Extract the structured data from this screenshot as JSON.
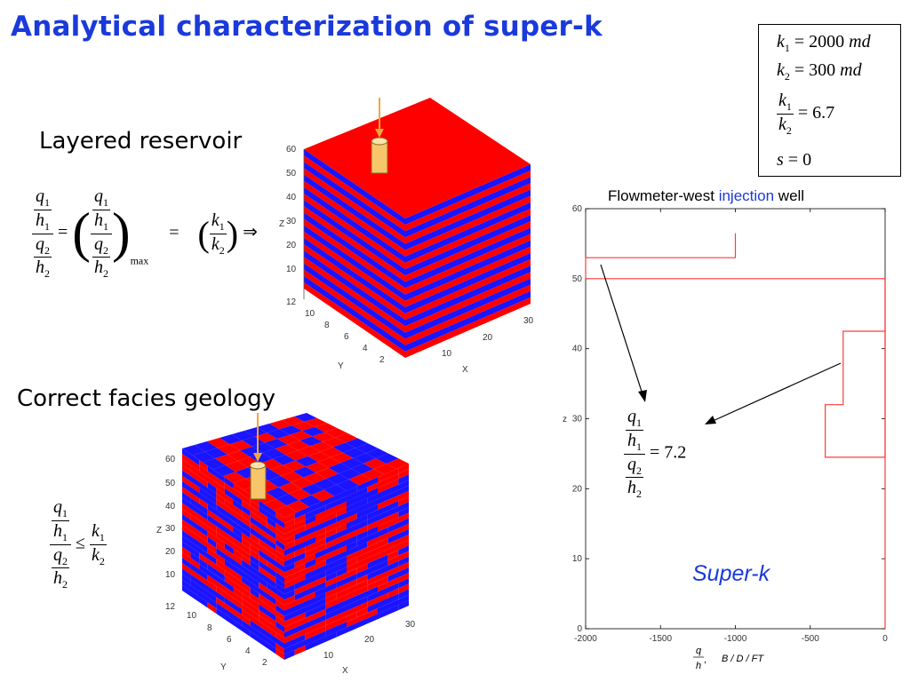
{
  "title": "Analytical characterization of super-k",
  "section_layered": "Layered reservoir",
  "section_facies": "Correct facies geology",
  "param_box": {
    "k1": "2000",
    "k1_unit": "md",
    "k2": "300",
    "k2_unit": "md",
    "ratio": "6.7",
    "s": "0"
  },
  "equations": {
    "eq_sign": "=",
    "implies": "⇒",
    "max_sub": "max",
    "leq": "≤",
    "result_value": "7.2"
  },
  "cube_axes": {
    "z_label": "Z",
    "y_label": "Y",
    "x_label": "X",
    "z_ticks": [
      "60",
      "50",
      "40",
      "30",
      "20",
      "10",
      "12"
    ],
    "y_ticks": [
      "10",
      "8",
      "6",
      "4",
      "2"
    ],
    "x_ticks": [
      "30",
      "20",
      "10"
    ]
  },
  "plot": {
    "title_prefix": "Flowmeter-west ",
    "title_highlight": "injection",
    "title_suffix": " well",
    "annotation": "Super-k",
    "x_label_suffix": "B / D / FT",
    "y_label": "z",
    "x_ticks": [
      "-2000",
      "-1500",
      "-1000",
      "-500",
      "0"
    ],
    "y_ticks": [
      "0",
      "10",
      "20",
      "30",
      "40",
      "50",
      "60"
    ]
  },
  "chart_data": {
    "type": "line",
    "title": "Flowmeter-west injection well",
    "xlabel": "q/h, B / D / FT",
    "ylabel": "z",
    "xlim": [
      -2000,
      0
    ],
    "ylim": [
      0,
      60
    ],
    "series": [
      {
        "color": "#ff3b3b",
        "points": [
          [
            0,
            0
          ],
          [
            0,
            50
          ],
          [
            -2000,
            50
          ],
          [
            -2000,
            53
          ],
          [
            -1000,
            53
          ],
          [
            -1000,
            56.5
          ]
        ]
      },
      {
        "color": "#ff3b3b",
        "points": [
          [
            0,
            50
          ],
          [
            0,
            24.5
          ],
          [
            -400,
            24.5
          ],
          [
            -400,
            32
          ],
          [
            -280,
            32
          ],
          [
            -280,
            42.5
          ],
          [
            0,
            42.5
          ]
        ]
      }
    ]
  },
  "colors": {
    "title": "#1a3adb",
    "red": "#ff0000",
    "blue": "#1a14ff",
    "well": "#f7c56a",
    "arrow_well": "#f2a73b",
    "plot_line": "#ff3b3b"
  }
}
